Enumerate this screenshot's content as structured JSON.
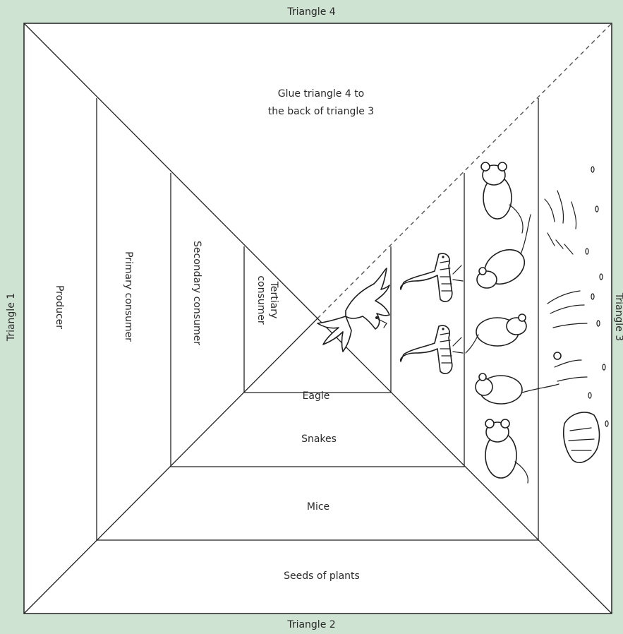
{
  "edge_labels": {
    "top": "Triangle 4",
    "bottom": "Triangle 2",
    "left": "Triangle 1",
    "right": "Triangle 3"
  },
  "instruction": {
    "line1": "Glue triangle 4 to",
    "line2": "the back of triangle 3"
  },
  "levels": [
    {
      "trophic": "Producer",
      "organism": "Seeds of plants"
    },
    {
      "trophic": "Primary consumer",
      "organism": "Mice"
    },
    {
      "trophic": "Secondary consumer",
      "organism": "Snakes"
    },
    {
      "trophic": "Tertiary\nconsumer",
      "organism": "Eagle"
    }
  ],
  "tertiary_line1": "Tertiary",
  "tertiary_line2": "consumer"
}
